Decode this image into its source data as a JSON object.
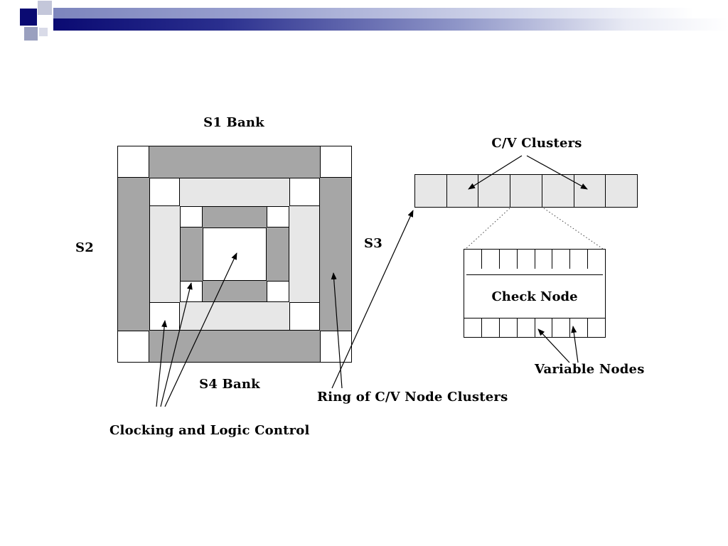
{
  "labels": {
    "s1_bank": "S1 Bank",
    "s2": "S2",
    "s3": "S3",
    "s4_bank": "S4 Bank",
    "clocking": "Clocking and Logic Control",
    "ring_of_clusters": "Ring of C/V Node Clusters",
    "cv_clusters": "C/V Clusters",
    "check_node": "Check Node",
    "variable_nodes": "Variable Nodes"
  },
  "clusters_row": {
    "cell_count": 7
  },
  "detail_box": {
    "top_cell_count": 8,
    "bottom_cell_count": 8
  },
  "colors": {
    "ring_gray": "#a6a6a6",
    "ring_light": "#e7e7e7",
    "cell_light": "#e7e7e7",
    "header_navy": "#0a0a72"
  }
}
